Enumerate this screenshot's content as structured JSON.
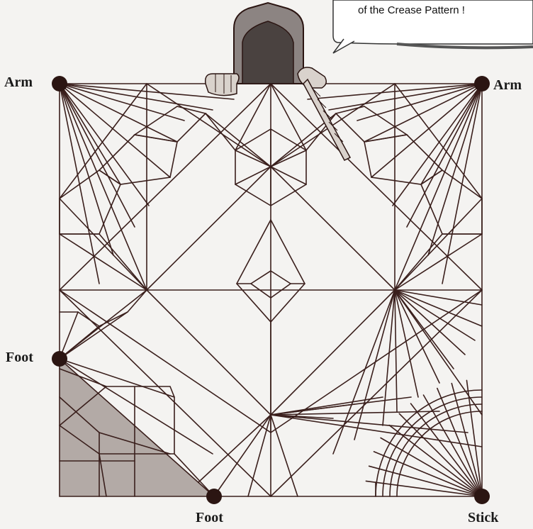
{
  "bubble": {
    "text": "of the Crease Pattern !"
  },
  "labels": {
    "arm_left": "Arm",
    "arm_right": "Arm",
    "foot_left": "Foot",
    "foot_bottom": "Foot",
    "stick": "Stick"
  },
  "colors": {
    "line": "#3a1f1c",
    "dot": "#2b1512",
    "shade": "#b3aaa6",
    "hood_dark": "#4a4240",
    "hood_mid": "#8c8482",
    "hand": "#d9d2cc",
    "paper": "#f4f3f1"
  }
}
